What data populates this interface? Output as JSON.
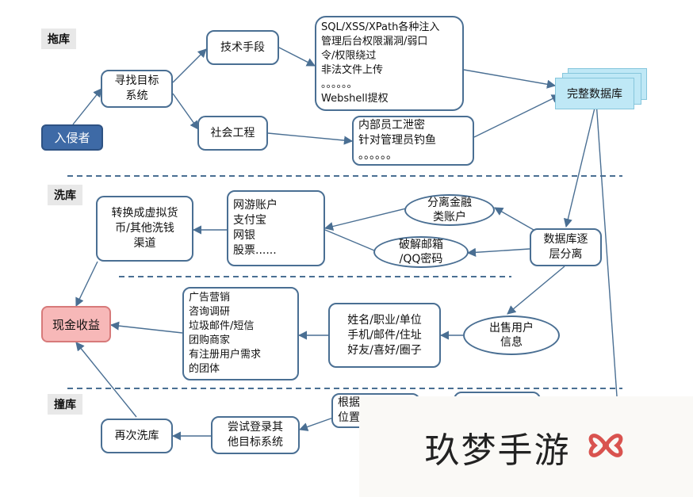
{
  "sections": {
    "tuoku": "拖库",
    "xiku": "洗库",
    "zhuangku": "撞库"
  },
  "nodes": {
    "intruder": "入侵者",
    "find_target": "寻找目标\n系统",
    "tech_means": "技术手段",
    "social_eng": "社会工程",
    "tech_details": "SQL/XSS/XPath各种注入\n管理后台权限漏洞/弱口\n令/权限绕过\n非法文件上传\n。。。。。。\nWebshell提权",
    "social_details": "内部员工泄密\n针对管理员钓鱼\n。。。。。。",
    "full_db": "完整数据库",
    "db_layering": "数据库逐\n层分离",
    "separate_finance": "分离金融\n类账户",
    "crack_email": "破解邮箱\n/QQ密码",
    "accounts": "网游账户\n支付宝\n网银\n股票......",
    "convert_currency": "转换成虚拟货\n币/其他洗钱\n渠道",
    "cash_income": "现金收益",
    "sell_user_info": "出售用户\n信息",
    "user_profile": "姓名/职业/单位\n手机/邮件/住址\n好友/喜好/圈子",
    "buyers": "广告营销\n咨询调研\n垃圾邮件/短信\n团购商家\n有注册用户需求\n的团体",
    "try_login": "尝试登录其\n他目标系统",
    "rewash": "再次洗库",
    "partial_box": "根据\n位置"
  },
  "watermark": {
    "text": "玖梦手游",
    "logo": "flower-logo-icon"
  },
  "colors": {
    "line": "#4a6f93",
    "intruder_fill": "#3e6aa6",
    "cash_fill": "#f7b8b8",
    "db_fill": "#bfe8f6"
  }
}
